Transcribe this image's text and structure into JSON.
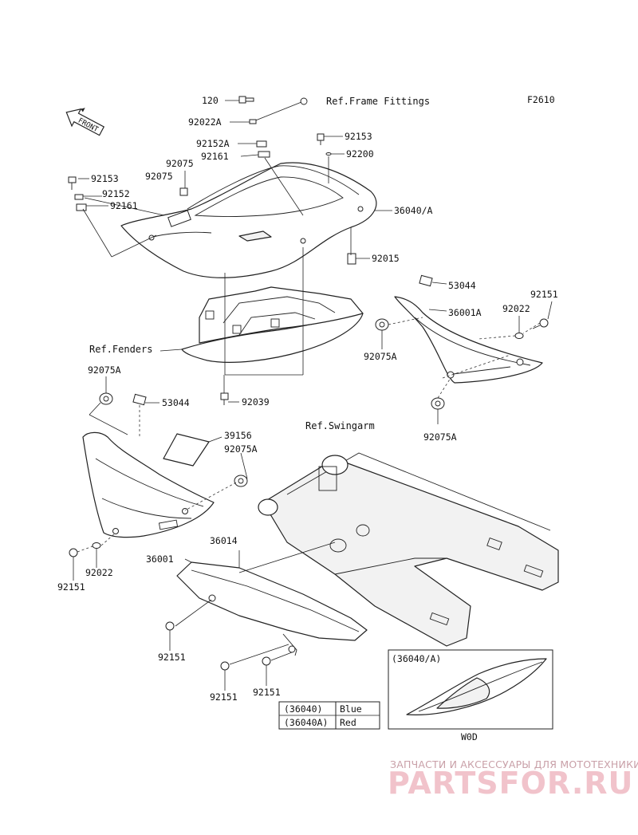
{
  "figure_code": "F2610",
  "front_arrow_label": "FRONT",
  "references": {
    "frame_fittings": "Ref.Frame Fittings",
    "fenders": "Ref.Fenders",
    "swingarm": "Ref.Swingarm"
  },
  "labels": {
    "p120": "120",
    "p92022A": "92022A",
    "p92152A": "92152A",
    "p92161_top": "92161",
    "p92153_top": "92153",
    "p92200": "92200",
    "p92075_a": "92075",
    "p92075_b": "92075",
    "p92153_left": "92153",
    "p92152": "92152",
    "p92161_left": "92161",
    "p36040A": "36040/A",
    "p92015": "92015",
    "p53044_right": "53044",
    "p36001A": "36001A",
    "p92151_right": "92151",
    "p92022_right": "92022",
    "p92075A_right1": "92075A",
    "p92075A_right2": "92075A",
    "p92039": "92039",
    "p92075A_left": "92075A",
    "p53044_left": "53044",
    "p39156": "39156",
    "p92075A_mid": "92075A",
    "p36001": "36001",
    "p36014": "36014",
    "p92151_left": "92151",
    "p92022_left": "92022",
    "p92151_mid": "92151",
    "p92151_bot1": "92151",
    "p92151_bot2": "92151"
  },
  "inset": {
    "title": "(36040/A)",
    "caption": "W0D"
  },
  "color_table": {
    "rows": [
      {
        "part": "(36040)",
        "color": "Blue"
      },
      {
        "part": "(36040A)",
        "color": "Red"
      }
    ]
  },
  "watermark": {
    "tagline": "ЗАПЧАСТИ И АКСЕССУАРЫ ДЛЯ МОТОТЕХНИКИ",
    "logo": "PARTSFOR.RU"
  }
}
